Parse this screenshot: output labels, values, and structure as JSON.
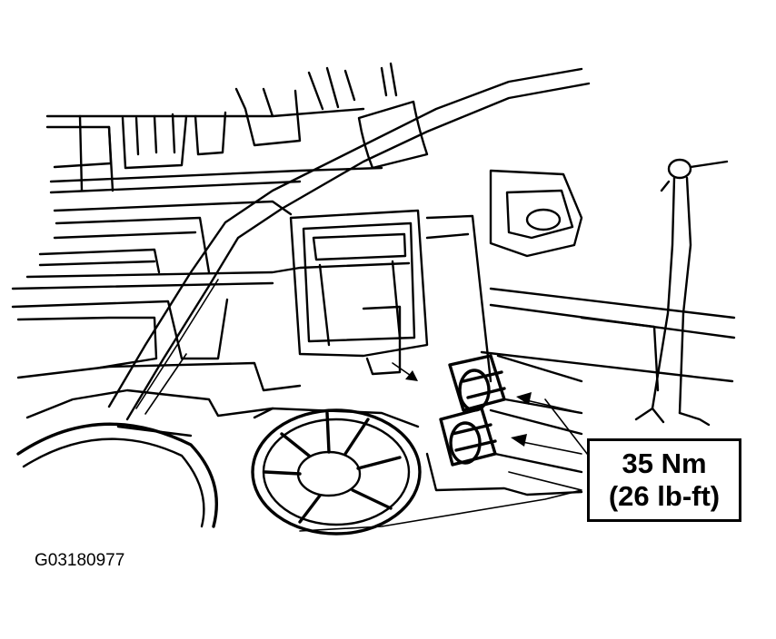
{
  "diagram": {
    "torque_spec": {
      "metric": "35 Nm",
      "imperial": "(26 lb-ft)"
    },
    "figure_id": "G03180977",
    "colors": {
      "line": "#000000",
      "background": "#ffffff"
    }
  }
}
